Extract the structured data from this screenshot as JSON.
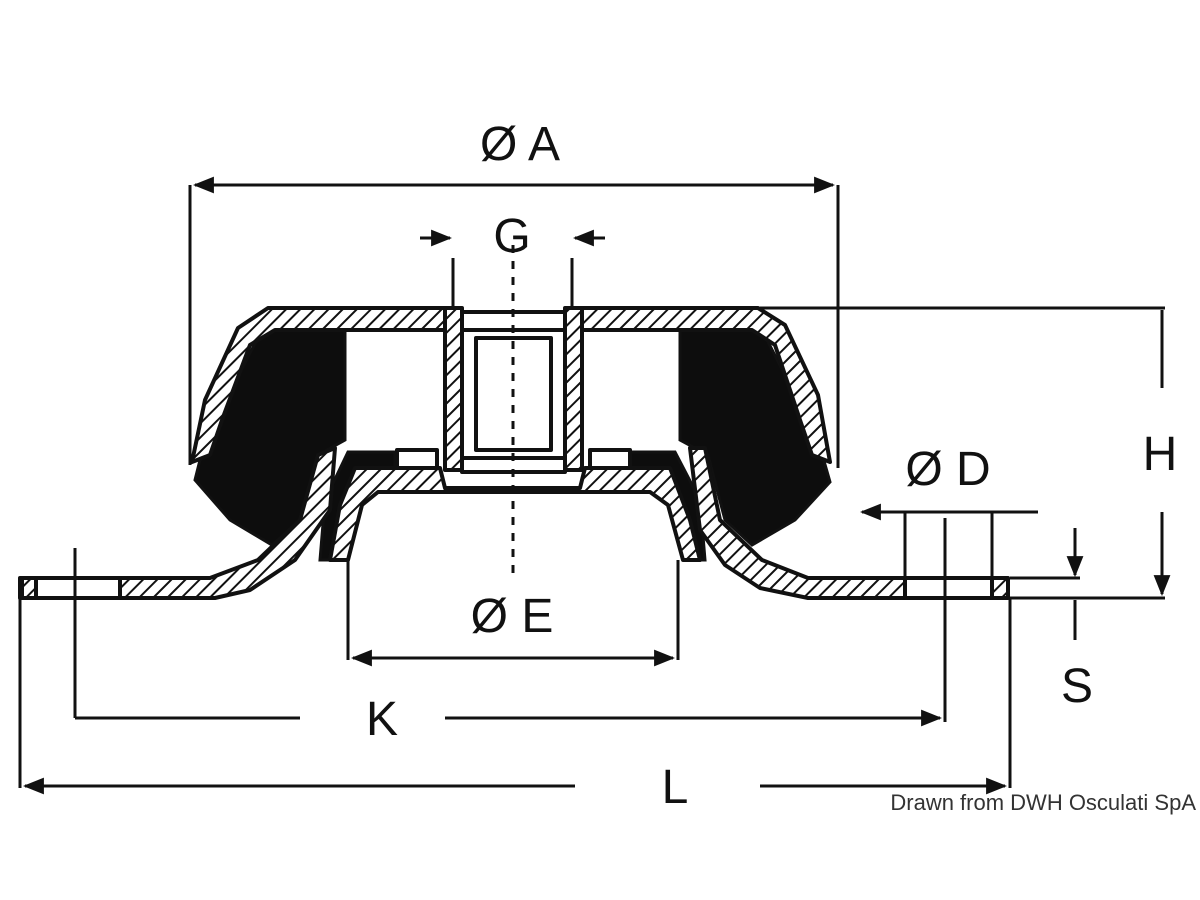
{
  "labels": {
    "a": "Ø A",
    "g": "G",
    "h": "H",
    "d": "Ø D",
    "e": "Ø E",
    "s": "S",
    "k": "K",
    "l": "L"
  },
  "credit": "Drawn from DWH Osculati SpA",
  "colors": {
    "ink": "#111111",
    "background": "#ffffff",
    "rubber": "#0d0d0d"
  }
}
